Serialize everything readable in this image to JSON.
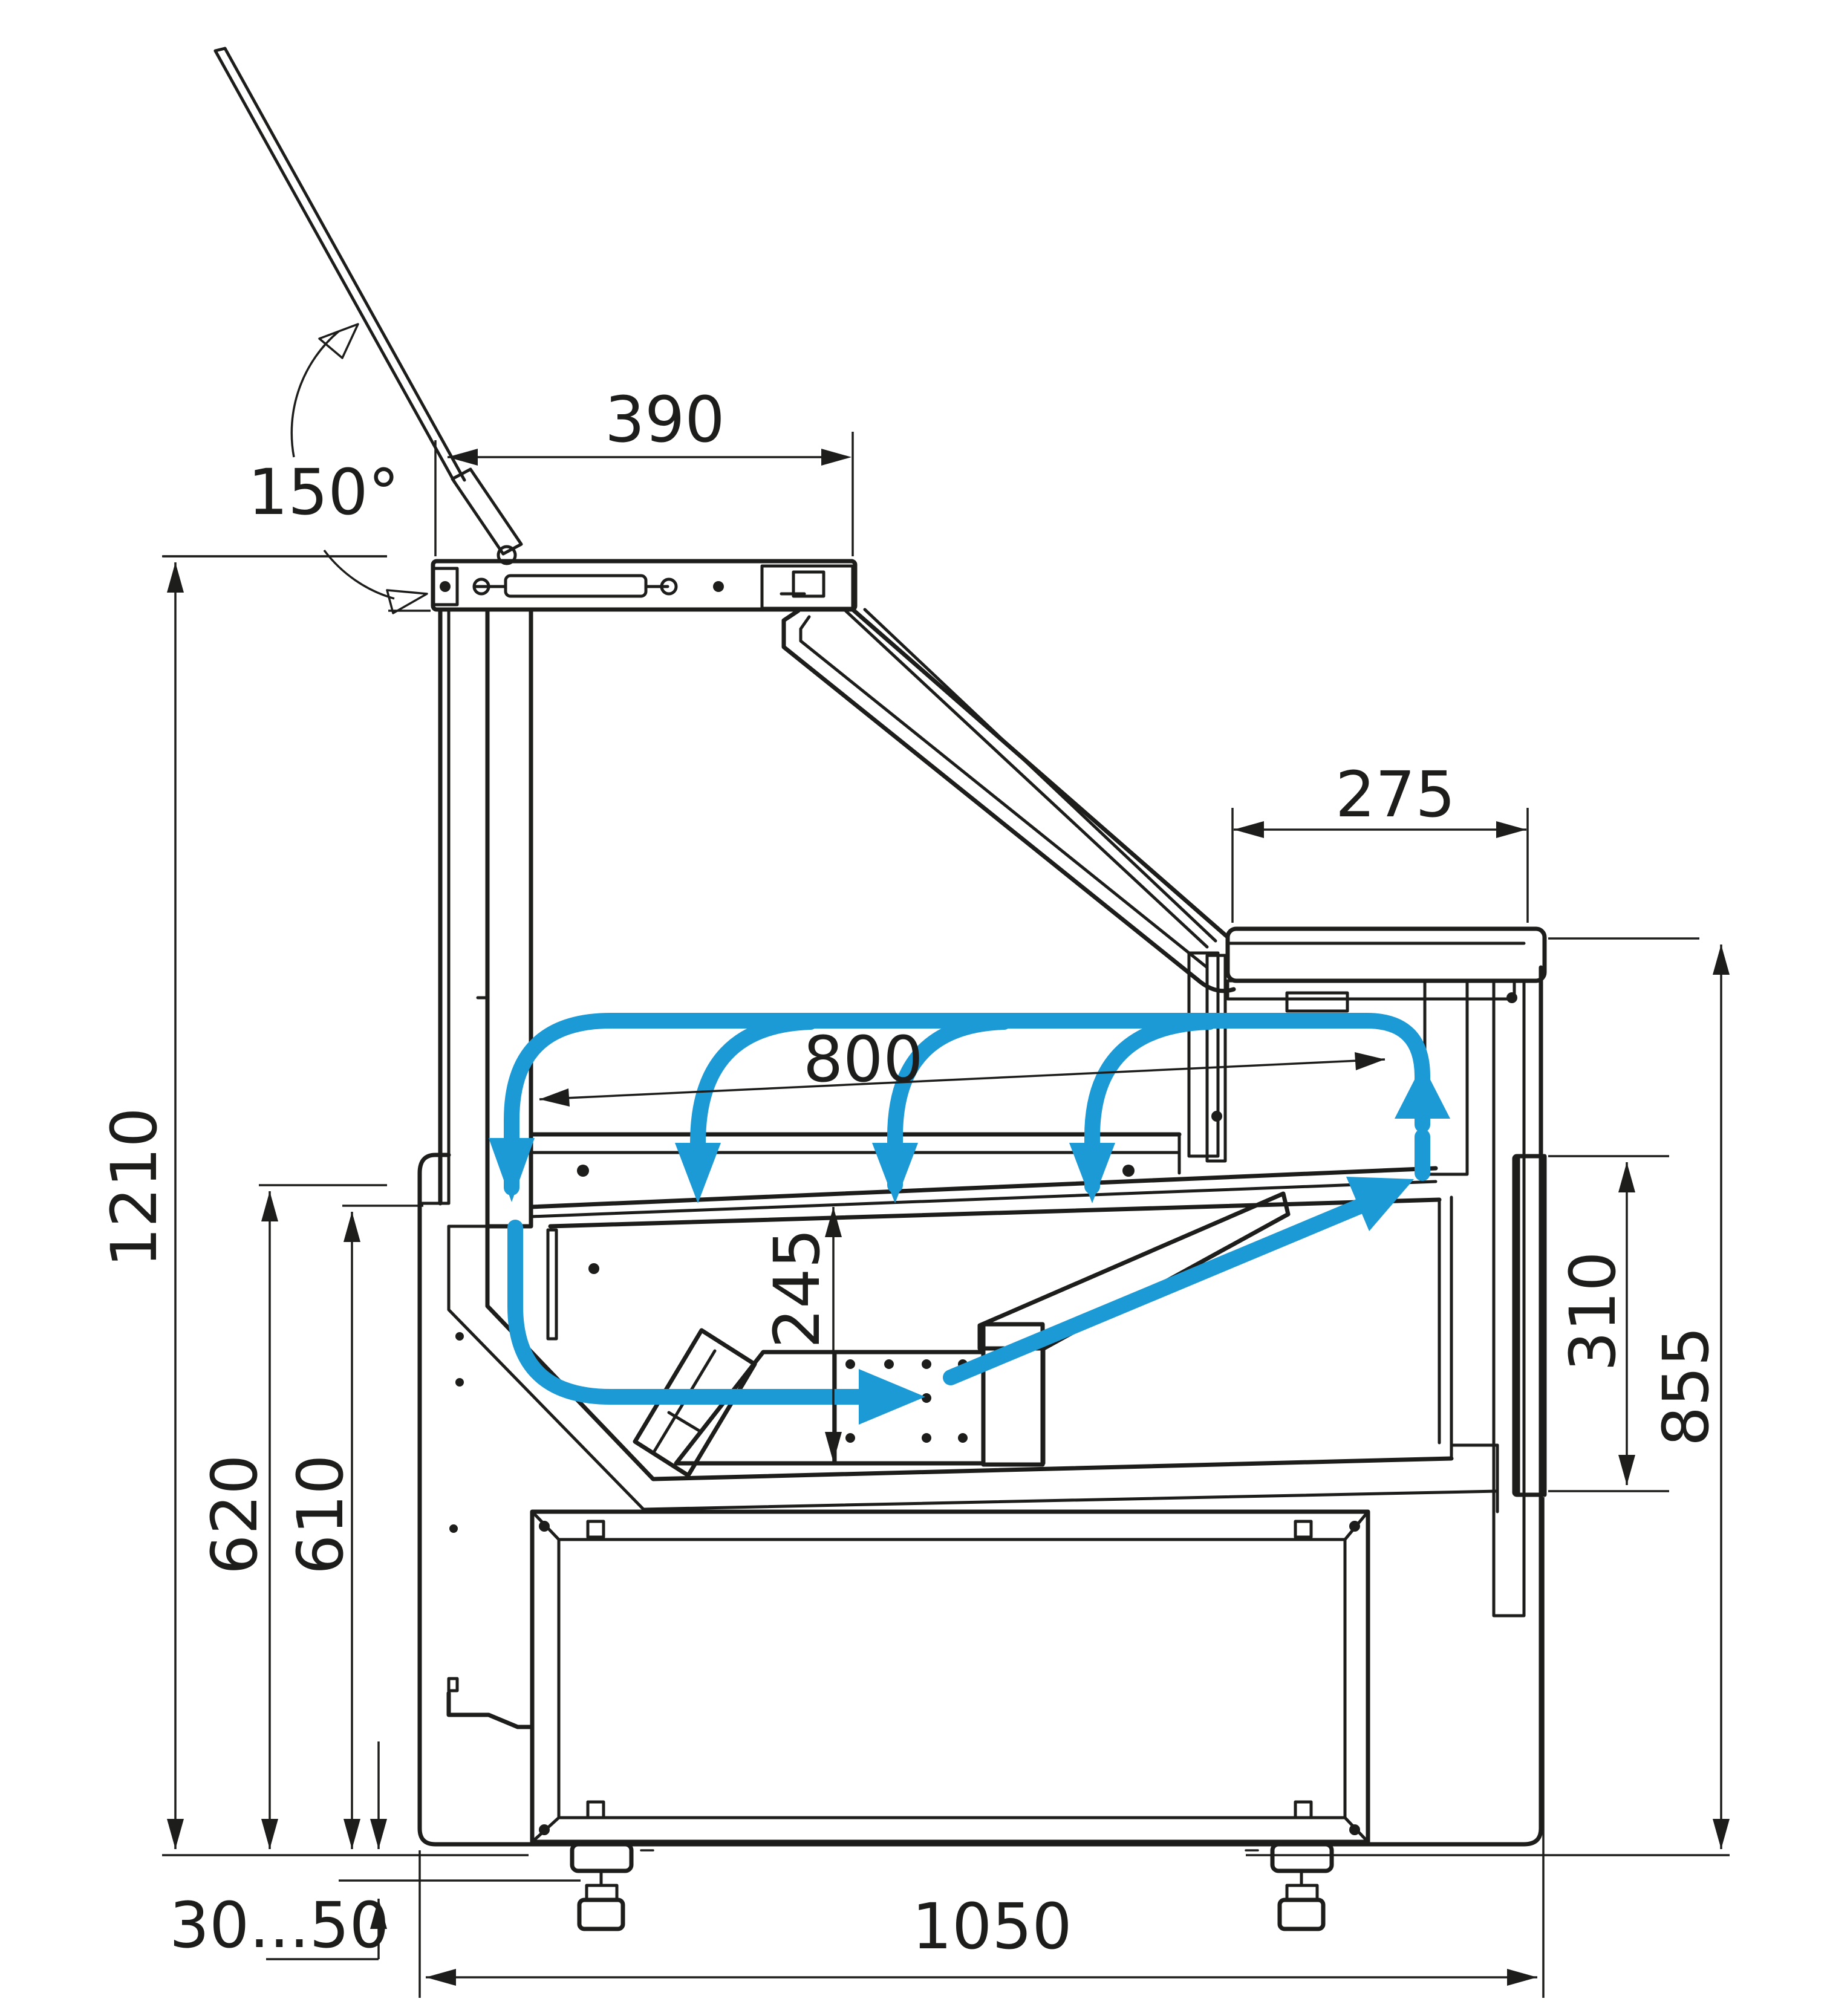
{
  "drawing": {
    "colors": {
      "line": "#1d1d1b",
      "airflow": "#1c9ad6",
      "background": "#ffffff"
    },
    "dimensions": {
      "lid_opening_angle": "150°",
      "top_depth": "390",
      "rear_shelf_depth": "275",
      "display_depth": "800",
      "well_depth": "245",
      "overall_height": "1210",
      "counter_height_front": "620",
      "counter_height_inner": "610",
      "rear_height": "855",
      "rear_panel_height": "310",
      "foot_adjustment": "30...50",
      "overall_depth": "1050"
    }
  }
}
